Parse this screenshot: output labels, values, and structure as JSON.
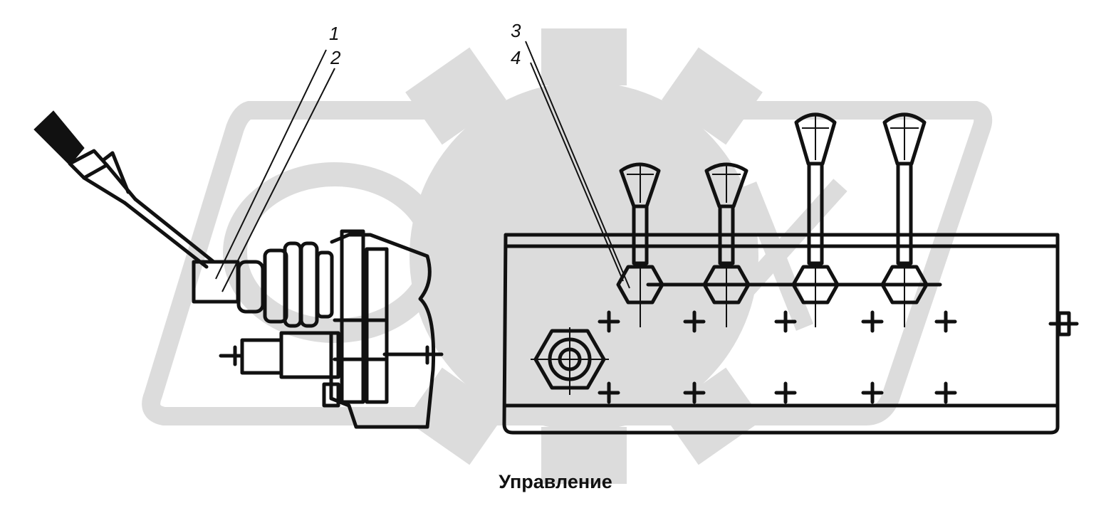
{
  "diagram": {
    "caption": "Управление",
    "callouts": [
      {
        "id": "1",
        "label": "1"
      },
      {
        "id": "2",
        "label": "2"
      },
      {
        "id": "3",
        "label": "3"
      },
      {
        "id": "4",
        "label": "4"
      }
    ],
    "watermark": {
      "text": "OPEX",
      "color": "#dcdcdc"
    },
    "colors": {
      "ink": "#111111",
      "background": "#ffffff"
    }
  }
}
